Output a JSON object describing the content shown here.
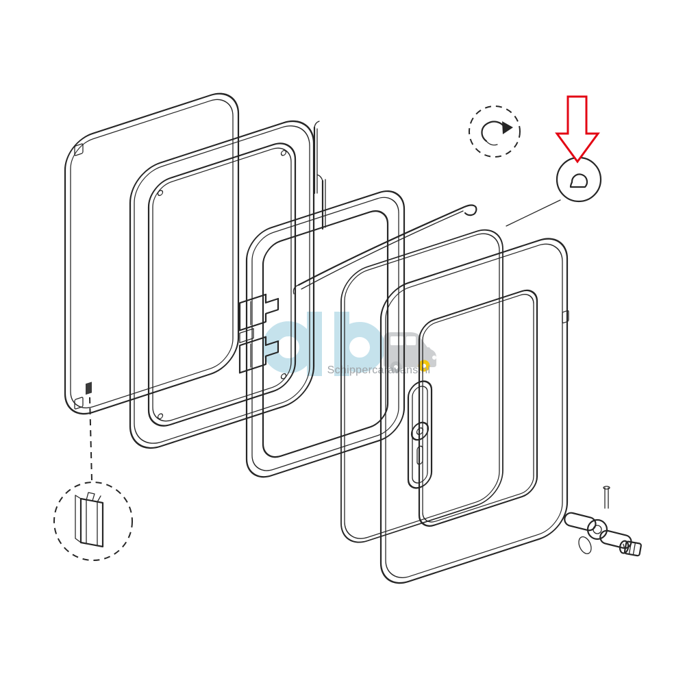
{
  "page": {
    "background": "#ffffff"
  },
  "colors": {
    "line": "#262626",
    "highlight_red": "#e30613",
    "watermark_blue": "#c2e1ec",
    "watermark_gray": "#cbcdcf",
    "watermark_wheel_gray": "#b9bcbe",
    "watermark_yellow": "#f3c300",
    "watermark_text": "#9aa0a4",
    "clip_fill": "#3a3a3a"
  },
  "watermark": {
    "text": "Schippercaravans.nl"
  },
  "symbols": {
    "detail_callout": "spring-clip-detail",
    "top_callout_left": "hook-arrow-symbol",
    "top_callout_right": "seal-profile-symbol",
    "highlight": "red-down-arrow"
  }
}
